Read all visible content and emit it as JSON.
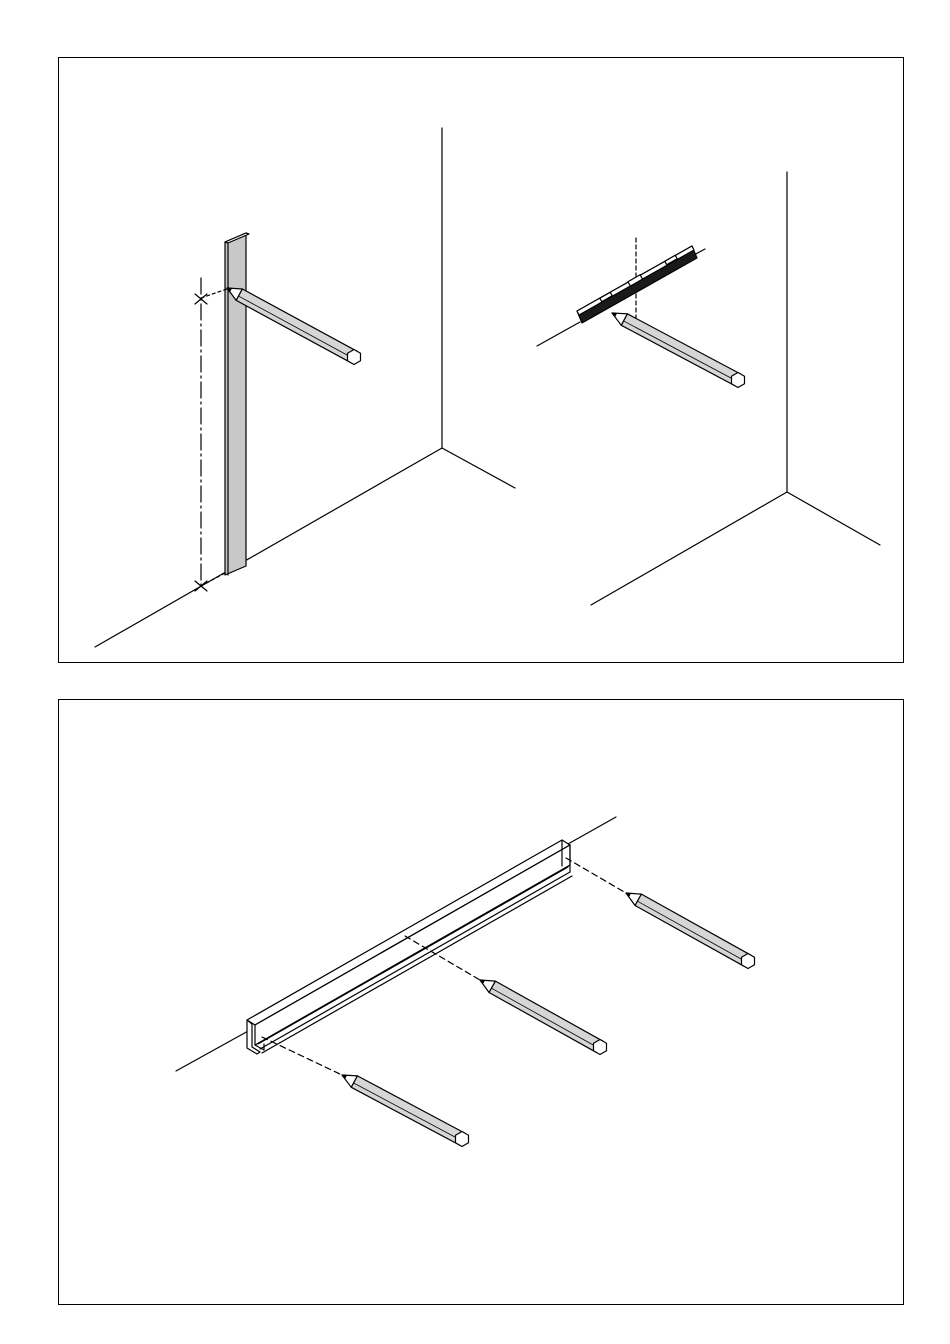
{
  "colors": {
    "line": "#000000",
    "strip_fill": "#c8c8c8",
    "pencil_fill": "#d6d6d6",
    "level_fill": "#1a1a1a",
    "background": "#ffffff"
  },
  "icons": {
    "pencil": "pencil-icon",
    "spirit_level": "spirit-level-icon",
    "rail": "rail-profile-icon"
  },
  "panels": [
    {
      "id": "top",
      "content": "wall-marking-with-straightedge-and-spirit-level"
    },
    {
      "id": "bottom",
      "content": "rail-positioning-with-pencil-marks"
    }
  ]
}
